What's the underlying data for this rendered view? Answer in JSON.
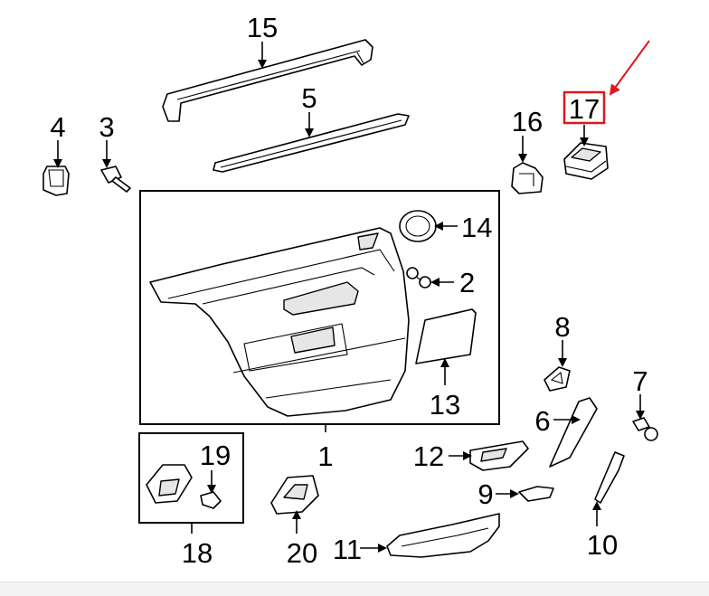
{
  "diagram": {
    "highlighted_callout": "17",
    "highlight_color": "#e0161b",
    "callouts": {
      "c1": "1",
      "c2": "2",
      "c3": "3",
      "c4": "4",
      "c5": "5",
      "c6": "6",
      "c7": "7",
      "c8": "8",
      "c9": "9",
      "c10": "10",
      "c11": "11",
      "c12": "12",
      "c13": "13",
      "c14": "14",
      "c15": "15",
      "c16": "16",
      "c17": "17",
      "c18": "18",
      "c19": "19",
      "c20": "20"
    }
  }
}
